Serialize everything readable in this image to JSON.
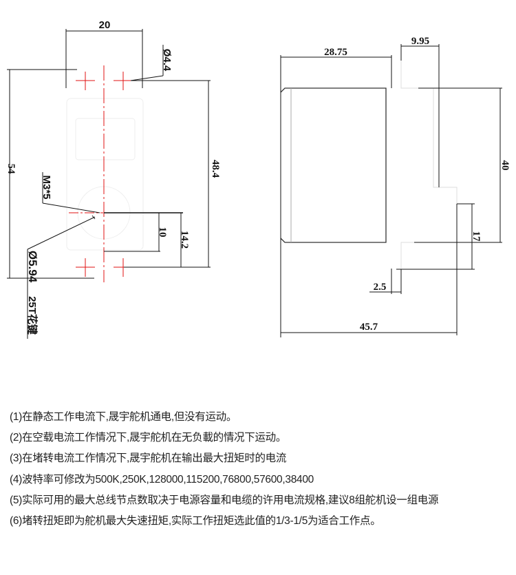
{
  "front_view": {
    "width_label": "20",
    "height_label": "54",
    "hole_spacing_label": "48.4",
    "hole_diameter_label": "Ø4.4",
    "screw_label": "M3*5",
    "spline_diameter_label": "Ø5.94",
    "spline_teeth_label": "25T花键",
    "shaft_offset_small_label": "10",
    "shaft_offset_large_label": "14.2"
  },
  "side_view": {
    "body_depth_label": "28.75",
    "flange_label": "9.95",
    "height_label": "40",
    "shaft_height_label": "17",
    "flange_thickness_label": "2.5",
    "total_depth_label": "45.7"
  },
  "notes": [
    "(1)在静态工作电流下,晟宇舵机通电,但没有运动。",
    "(2)在空载电流工作情况下,晟宇舵机在无负載的情况下运动。",
    "(3)在堵转电流工作情况下,晟宇舵机在输出最大扭矩时的电流",
    "(4)波特率可修改为500K,250K,128000,115200,76800,57600,38400",
    "(5)实际可用的最大总线节点数取决于电源容量和电缆的许用电流规格,建议8组舵机设一组电源",
    "(6)堵转扭矩即为舵机最大失速扭矩,实际工作扭矩选此值的1/3-1/5为适合工作点。"
  ],
  "colors": {
    "centerline": "#e01010",
    "lines": "#111111"
  }
}
